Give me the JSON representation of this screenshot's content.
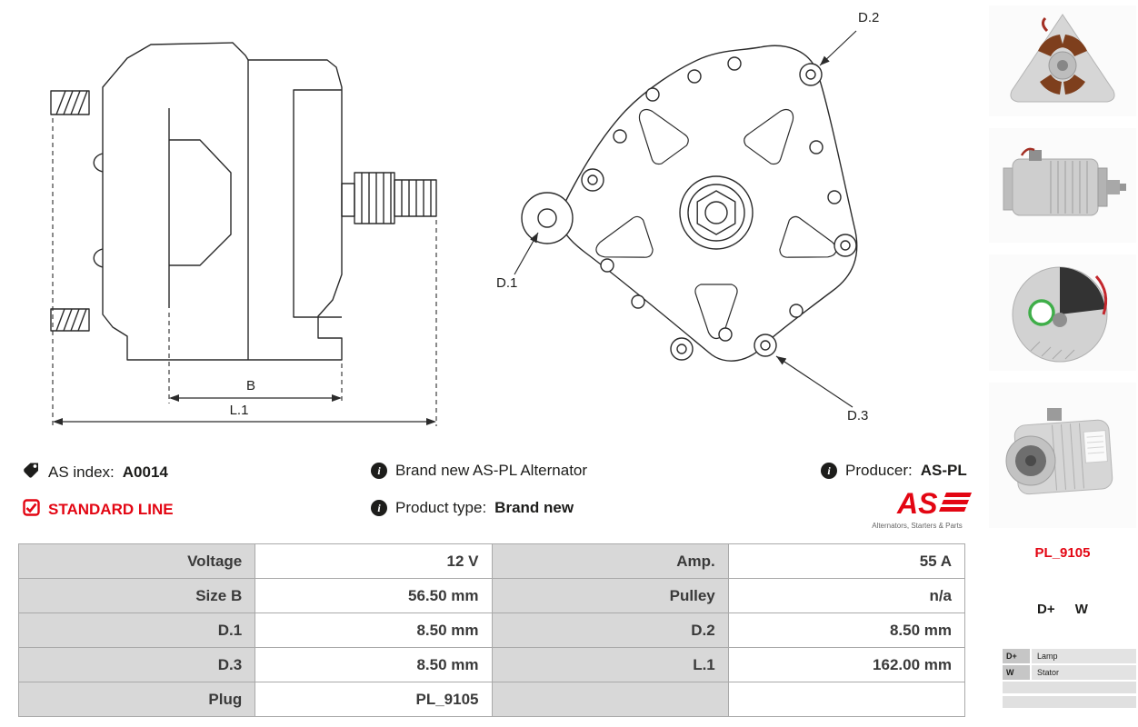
{
  "colors": {
    "red": "#e30613"
  },
  "drawing": {
    "b": "B",
    "l1": "L.1",
    "d1": "D.1",
    "d2": "D.2",
    "d3": "D.3"
  },
  "info": {
    "as_index_label": "AS index:",
    "as_index_value": "A0014",
    "standard_line": "STANDARD LINE",
    "brand_line": "Brand new AS-PL Alternator",
    "product_type_label": "Product type:",
    "product_type_value": "Brand new",
    "producer_label": "Producer:",
    "producer_value": "AS-PL",
    "logo_text": "AS",
    "logo_tagline": "Alternators, Starters & Parts"
  },
  "spec": {
    "rows": [
      {
        "c1": "Voltage",
        "c2": "12 V",
        "c3": "Amp.",
        "c4": "55 A"
      },
      {
        "c1": "Size B",
        "c2": "56.50 mm",
        "c3": "Pulley",
        "c4": "n/a"
      },
      {
        "c1": "D.1",
        "c2": "8.50 mm",
        "c3": "D.2",
        "c4": "8.50 mm"
      },
      {
        "c1": "D.3",
        "c2": "8.50 mm",
        "c3": "L.1",
        "c4": "162.00 mm"
      },
      {
        "c1": "Plug",
        "c2": "PL_9105",
        "c3": "",
        "c4": ""
      }
    ]
  },
  "sidebar": {
    "plug_code": "PL_9105",
    "terminal_dplus": "D+",
    "terminal_w": "W",
    "pins": [
      {
        "pin": "D+",
        "desc": "Lamp"
      },
      {
        "pin": "W",
        "desc": "Stator"
      }
    ]
  }
}
